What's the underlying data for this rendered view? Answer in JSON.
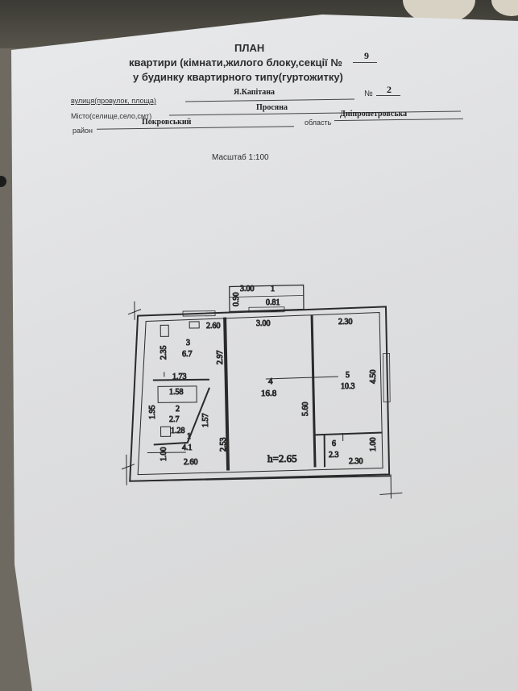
{
  "header": {
    "title": "ПЛАН",
    "subtitle_line1": "квартири (кімнати,жилого блоку,секції №",
    "section_number": "9",
    "subtitle_line2": "у будинку квартирного типу(гуртожитку)"
  },
  "address": {
    "street_label": "вулиця(провулок, площа)",
    "street_value": "Я.Капітана",
    "number_label": "№",
    "number_value": "2",
    "city_label": "Місто(селище,село,смт)",
    "city_value": "Просяна",
    "district_label": "район",
    "district_value": "Покровський",
    "region_label": "область",
    "region_value": "Дніпропетровська"
  },
  "scale": "Масштаб 1:100",
  "plan": {
    "ceiling_height": "h=2.65",
    "rooms": [
      {
        "number": "1",
        "area": "0.81"
      },
      {
        "number": "3",
        "area": "6.7"
      },
      {
        "number": "2",
        "area": "2.7"
      },
      {
        "number": "1",
        "area": "4.1"
      },
      {
        "number": "4",
        "area": "16.8"
      },
      {
        "number": "5",
        "area": "10.3"
      },
      {
        "number": "6",
        "area": "2.3"
      }
    ],
    "dimensions": {
      "d300_balcony": "3.00",
      "d090": "0.90",
      "d260_top": "2.60",
      "d300_room4": "3.00",
      "d230_top": "2.30",
      "d235": "2.35",
      "d297": "2.97",
      "d173": "1.73",
      "d158": "1.58",
      "d128": "1.28",
      "d195": "1.95",
      "d157": "1.57",
      "d253": "2.53",
      "d100_left": "1.00",
      "d260_bottom": "2.60",
      "d560": "5.60",
      "d450": "4.50",
      "d100_right": "1.00",
      "d230_bottom": "2.30"
    }
  },
  "colors": {
    "paper": "#e3e4e6",
    "ink": "#2c2c30"
  }
}
